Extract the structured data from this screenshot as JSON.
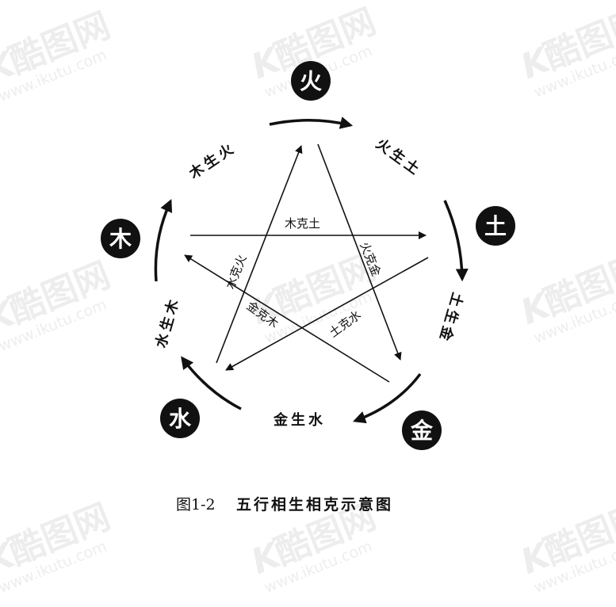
{
  "watermark": {
    "mark": "K",
    "brand": "酷图网",
    "url": "www.ikutu.com"
  },
  "elements": {
    "fire": "火",
    "earth": "土",
    "metal": "金",
    "water": "水",
    "wood": "木"
  },
  "generating": {
    "wood_fire": "木生火",
    "fire_earth": "火生土",
    "earth_metal": "土生金",
    "metal_water": "金生水",
    "water_wood": "水生木"
  },
  "overcoming": {
    "wood_earth": "木克土",
    "fire_metal": "火克金",
    "earth_water": "土克水",
    "metal_wood": "金克木",
    "water_fire": "水克火"
  },
  "caption": {
    "figure": "图1-2",
    "title": "五行相生相克示意图"
  },
  "colors": {
    "ink": "#111111",
    "node_fill": "#111111",
    "node_text": "#ffffff"
  }
}
